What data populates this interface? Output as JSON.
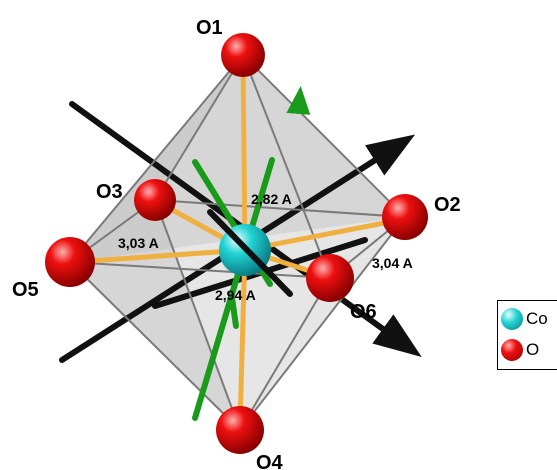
{
  "atoms": {
    "O1": "O1",
    "O2": "O2",
    "O3": "O3",
    "O4": "O4",
    "O5": "O5",
    "O6": "O6"
  },
  "distances": {
    "co_o1": "2,82 A",
    "co_o2": "3,04 A",
    "co_o5": "3,03 A",
    "co_o6": "2,94 A"
  },
  "legend": {
    "items": [
      {
        "label": "Co",
        "color": "#22d3d3"
      },
      {
        "label": "O",
        "color": "#dd0000"
      }
    ]
  },
  "colors": {
    "oxygen": "#dd0000",
    "cobalt": "#22d3d3",
    "bond": "#f0b040",
    "axis_black": "#111111",
    "axis_green": "#1a9a1a",
    "polyhedron_face": "#c8c8c8",
    "polyhedron_edge": "#777777"
  }
}
